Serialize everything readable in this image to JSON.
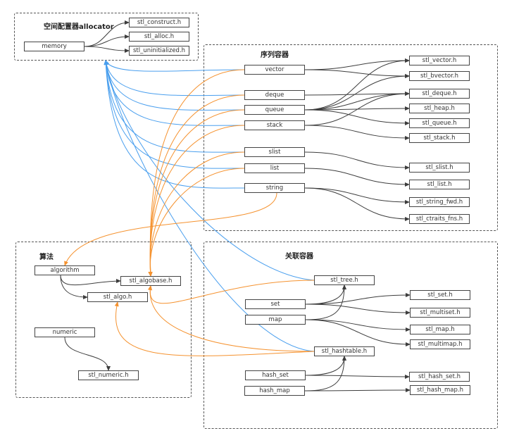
{
  "colors": {
    "dependency": "#3d3d3d",
    "allocator_link": "#4a9fee",
    "algobase_link": "#f5922f",
    "border": "#555555"
  },
  "groups": {
    "allocator": "空间配置器allocator",
    "sequence": "序列容器",
    "algorithm": "算法",
    "associative": "关联容器"
  },
  "nodes": {
    "memory": "memory",
    "stl_construct": "stl_construct.h",
    "stl_alloc": "stl_alloc.h",
    "stl_uninitialized": "stl_uninitialized.h",
    "vector": "vector",
    "deque": "deque",
    "queue": "queue",
    "stack": "stack",
    "slist": "slist",
    "list": "list",
    "string": "string",
    "stl_vector": "stl_vector.h",
    "stl_bvector": "stl_bvector.h",
    "stl_deque": "stl_deque.h",
    "stl_heap": "stl_heap.h",
    "stl_queue": "stl_queue.h",
    "stl_stack": "stl_stack.h",
    "stl_slist": "stl_slist.h",
    "stl_list": "stl_list.h",
    "stl_string_fwd": "stl_string_fwd.h",
    "stl_ctraits_fns": "stl_ctraits_fns.h",
    "algorithm": "algorithm",
    "stl_algobase": "stl_algobase.h",
    "stl_algo": "stl_algo.h",
    "numeric": "numeric",
    "stl_numeric": "stl_numeric.h",
    "stl_tree": "stl_tree.h",
    "set": "set",
    "map": "map",
    "stl_hashtable": "stl_hashtable.h",
    "hash_set": "hash_set",
    "hash_map": "hash_map",
    "stl_set": "stl_set.h",
    "stl_multiset": "stl_multiset.h",
    "stl_map": "stl_map.h",
    "stl_multimap": "stl_multimap.h",
    "stl_hash_set": "stl_hash_set.h",
    "stl_hash_map": "stl_hash_map.h"
  },
  "edges": {
    "dependency": [
      [
        "memory",
        "stl_construct"
      ],
      [
        "memory",
        "stl_alloc"
      ],
      [
        "memory",
        "stl_uninitialized"
      ],
      [
        "vector",
        "stl_vector"
      ],
      [
        "vector",
        "stl_bvector"
      ],
      [
        "deque",
        "stl_deque"
      ],
      [
        "queue",
        "stl_vector"
      ],
      [
        "queue",
        "stl_bvector"
      ],
      [
        "queue",
        "stl_deque"
      ],
      [
        "queue",
        "stl_heap"
      ],
      [
        "queue",
        "stl_queue"
      ],
      [
        "stack",
        "stl_deque"
      ],
      [
        "stack",
        "stl_stack"
      ],
      [
        "slist",
        "stl_slist"
      ],
      [
        "list",
        "stl_list"
      ],
      [
        "string",
        "stl_string_fwd"
      ],
      [
        "string",
        "stl_ctraits_fns"
      ],
      [
        "algorithm",
        "stl_algobase"
      ],
      [
        "algorithm",
        "stl_algo"
      ],
      [
        "numeric",
        "stl_numeric"
      ],
      [
        "set",
        "stl_tree"
      ],
      [
        "set",
        "stl_set"
      ],
      [
        "set",
        "stl_multiset"
      ],
      [
        "map",
        "stl_tree"
      ],
      [
        "map",
        "stl_map"
      ],
      [
        "map",
        "stl_multimap"
      ],
      [
        "hash_set",
        "stl_hashtable"
      ],
      [
        "hash_set",
        "stl_hash_set"
      ],
      [
        "hash_map",
        "stl_hashtable"
      ],
      [
        "hash_map",
        "stl_hash_map"
      ]
    ],
    "allocator_link": [
      "vector",
      "deque",
      "queue",
      "stack",
      "slist",
      "list",
      "string",
      "stl_tree",
      "stl_hashtable"
    ],
    "algobase_link": [
      "vector",
      "deque",
      "queue",
      "stack",
      "slist",
      "list",
      "stl_tree",
      "stl_hashtable"
    ],
    "algo_link": [
      "stl_hashtable"
    ],
    "string_to_algorithm": [
      "string",
      "algorithm"
    ]
  }
}
